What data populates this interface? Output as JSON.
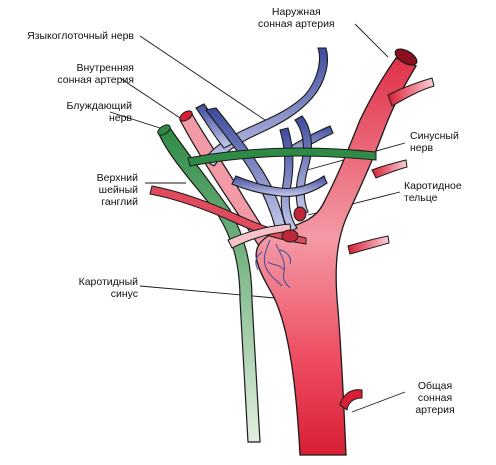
{
  "labels": {
    "external_carotid": [
      "Наружная",
      "сонная артерия"
    ],
    "glossopharyngeal": [
      "Языкоглоточный нерв"
    ],
    "internal_carotid": [
      "Внутренняя",
      "сонная артерия"
    ],
    "vagus": [
      "Блуждающий",
      "нерв"
    ],
    "sinus_nerve": [
      "Синусный",
      "нерв"
    ],
    "superior_ganglion": [
      "Верхний",
      "шейный",
      "ганглий"
    ],
    "carotid_body": [
      "Каротидное",
      "тельце"
    ],
    "carotid_sinus": [
      "Каротидный",
      "синус"
    ],
    "common_carotid": [
      "Общая",
      "сонная",
      "артерия"
    ]
  },
  "colors": {
    "artery_dark": "#d81f35",
    "artery_light": "#f7b5bd",
    "nerve_blue": "#3d4a9c",
    "nerve_light": "#b7bde3",
    "vagus_green": "#2e8b45",
    "vagus_light": "#c9e3c8",
    "outline": "#1a1a1a"
  }
}
